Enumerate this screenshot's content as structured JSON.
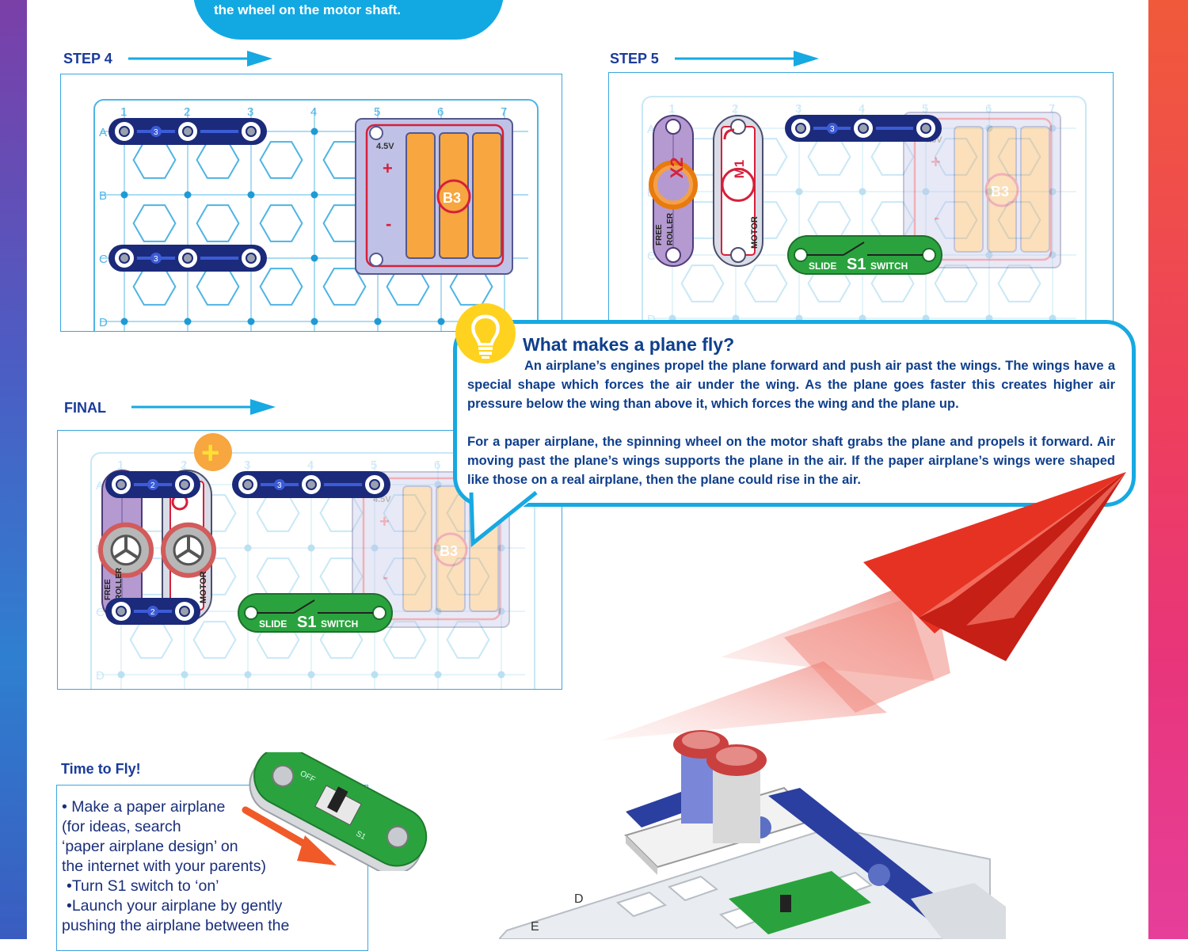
{
  "top_bubble": {
    "text": "the wheel on the motor shaft."
  },
  "steps": {
    "step4": "STEP 4",
    "step5": "STEP 5",
    "final": "FINAL"
  },
  "board": {
    "columns": [
      "1",
      "2",
      "3",
      "4",
      "5",
      "6",
      "7"
    ],
    "rows": [
      "A",
      "B",
      "C",
      "D"
    ]
  },
  "parts": {
    "battery_label": "B3",
    "battery_voltage": "4.5V",
    "battery_plus": "+",
    "battery_minus": "-",
    "wire2": "2",
    "wire3": "3",
    "roller_label": "X2",
    "roller_text_a": "FREE",
    "roller_text_b": "ROLLER",
    "motor_label": "M1",
    "motor_text": "MOTOR",
    "switch_label": "S1",
    "switch_text_a": "SLIDE",
    "switch_text_b": "SWITCH",
    "plus_badge": "+"
  },
  "callout": {
    "title": "What makes a plane fly?",
    "para1": "An airplane’s engines propel the plane forward and push air past the wings.  The wings have a special shape which forces the air under the wing.  As the plane goes faster this creates higher air pressure below the wing than above it, which forces the wing and the plane up.",
    "para2": "For a paper airplane, the spinning wheel on the motor shaft grabs the plane and propels it forward. Air moving past the plane’s wings supports the plane in the air. If the paper airplane’s wings were shaped like those on a real airplane, then the plane could rise in the air."
  },
  "time_to_fly": {
    "title": "Time to Fly!",
    "lines": [
      "• Make a paper airplane",
      "(for ideas, search",
      "‘paper airplane design’ on",
      "the internet with your parents)",
      "•Turn S1 switch to ‘on’",
      "•Launch your airplane by gently",
      "pushing the airplane between the"
    ]
  },
  "colors": {
    "accent_blue": "#16a9e2",
    "title_navy": "#1a3b9a",
    "battery_orange": "#f7a640",
    "roller_purple": "#b49ad0",
    "switch_green": "#2aa33e",
    "plane_red": "#e63223"
  }
}
